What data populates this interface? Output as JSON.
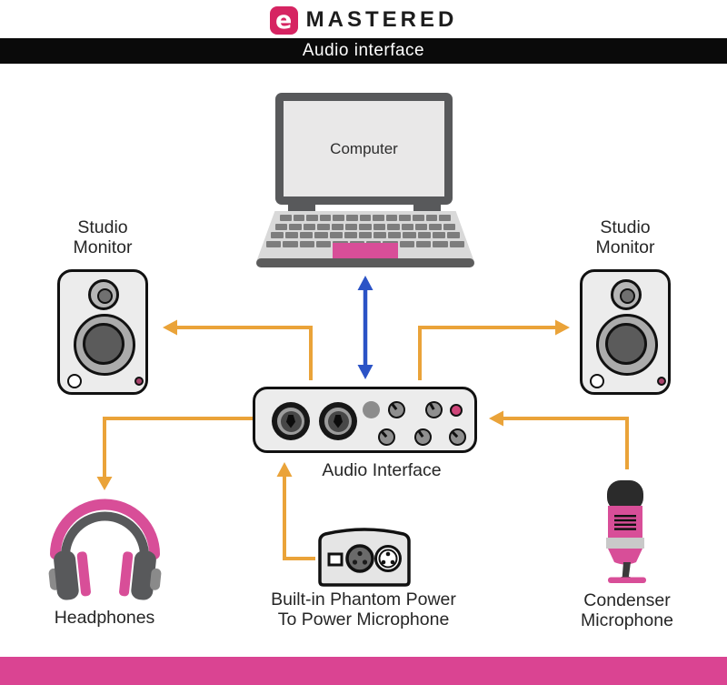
{
  "brand": {
    "wordmark": "MASTERED",
    "icon_letter": "e"
  },
  "banner": {
    "title": "Audio interface"
  },
  "colors": {
    "logo_pink": "#d62462",
    "accent_pink": "#d84e98",
    "footer_pink": "#da4492",
    "arrow_orange": "#eaa339",
    "arrow_blue": "#2b53c6",
    "banner_bg": "#0a0a0a",
    "device_fill": "#ececec",
    "dark_gray": "#58595b"
  },
  "labels": {
    "computer": "Computer",
    "studio_monitor_left": "Studio\nMonitor",
    "studio_monitor_right": "Studio\nMonitor",
    "audio_interface": "Audio Interface",
    "headphones": "Headphones",
    "phantom_power": "Built-in Phantom Power\nTo Power Microphone",
    "condenser_microphone": "Condenser\nMicrophone"
  }
}
